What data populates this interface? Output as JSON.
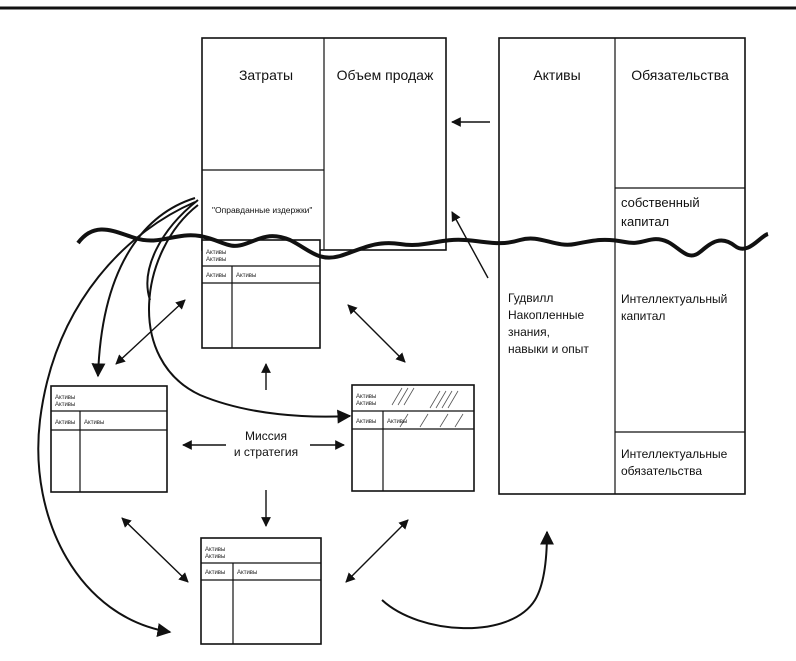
{
  "income_statement": {
    "costs_label": "Затраты",
    "sales_label": "Объем продаж",
    "justified_costs_label": "\"Оправданные издержки\""
  },
  "balance_sheet": {
    "assets_label": "Активы",
    "liabilities_label": "Обязательства",
    "equity_label": [
      "собственный",
      "капитал"
    ],
    "goodwill_label": [
      "Гудвилл",
      "Накопленные",
      "знания,",
      "навыки и опыт"
    ],
    "intellectual_capital_label": [
      "Интеллектуальный",
      "капитал"
    ],
    "intellectual_liabilities_label": [
      "Интеллектуальные",
      "обязательства"
    ]
  },
  "center": {
    "mission_label": [
      "Миссия",
      "и стратегия"
    ]
  },
  "mini_statement": {
    "header_lines": [
      "Активы",
      "Активы"
    ],
    "col_left": "Активы",
    "col_right": "Активы"
  }
}
